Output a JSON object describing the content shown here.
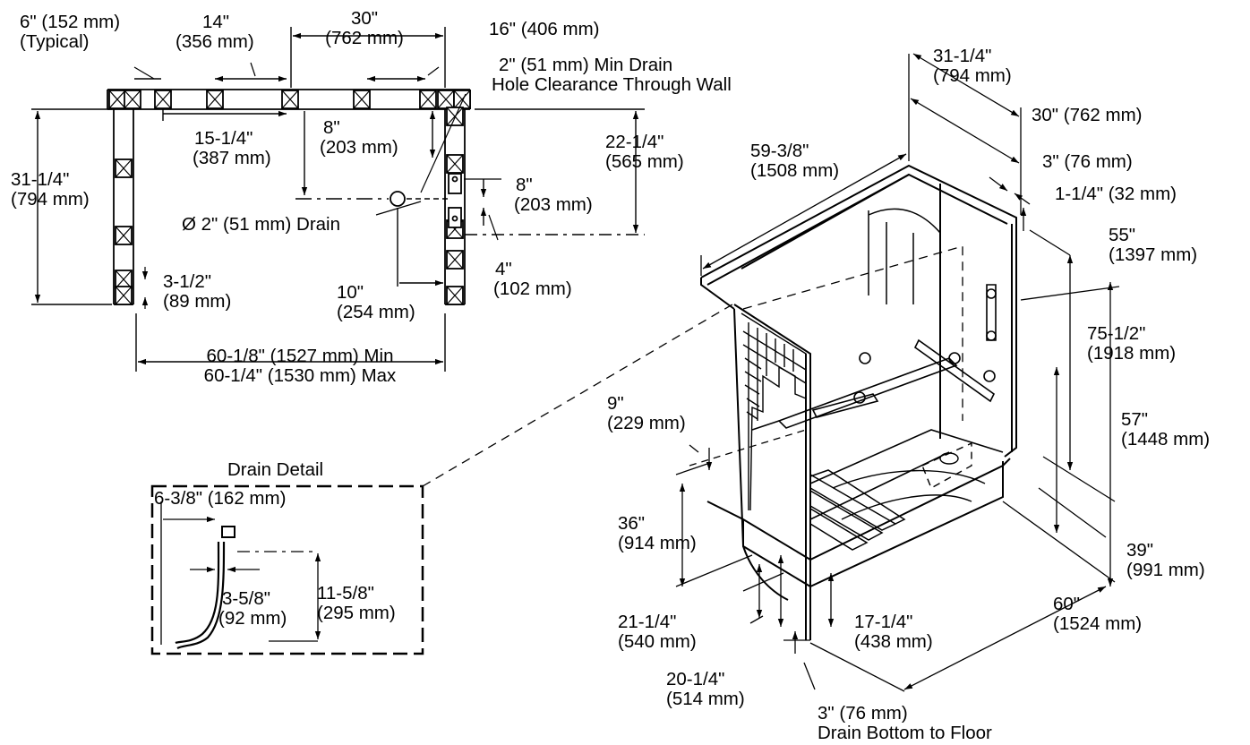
{
  "plan_view": {
    "typical_stud": {
      "line1": "6\" (152 mm)",
      "line2": "(Typical)"
    },
    "stud_14": {
      "line1": "14\"",
      "line2": "(356 mm)"
    },
    "stud_30": {
      "line1": "30\"",
      "line2": "(762 mm)"
    },
    "stud_16": "16\" (406 mm)",
    "drain_hole_clearance": {
      "line1": "2\" (51 mm) Min Drain",
      "line2": "Hole Clearance Through Wall"
    },
    "stud_15_25": {
      "line1": "15-1/4\"",
      "line2": "(387 mm)"
    },
    "drain_offset_8_top": {
      "line1": "8\"",
      "line2": "(203 mm)"
    },
    "depth_22_25": {
      "line1": "22-1/4\"",
      "line2": "(565 mm)"
    },
    "depth_31_25": {
      "line1": "31-1/4\"",
      "line2": "(794 mm)"
    },
    "drain_offset_8_side": {
      "line1": "8\"",
      "line2": "(203 mm)"
    },
    "drain": "Ø 2\" (51 mm) Drain",
    "drain_4": {
      "line1": "4\"",
      "line2": "(102 mm)"
    },
    "stud_3_5": {
      "line1": "3-1/2\"",
      "line2": "(89 mm)"
    },
    "drain_10": {
      "line1": "10\"",
      "line2": "(254 mm)"
    },
    "width": {
      "line1": "60-1/8\" (1527 mm) Min",
      "line2": "60-1/4\" (1530 mm) Max"
    }
  },
  "drain_detail": {
    "title": "Drain Detail",
    "offset": "6-3/8\" (162 mm)",
    "height": {
      "line1": "11-5/8\"",
      "line2": "(295 mm)"
    },
    "setback": {
      "line1": "3-5/8\"",
      "line2": "(92 mm)"
    }
  },
  "iso_view": {
    "top_depth": {
      "line1": "31-1/4\"",
      "line2": "(794 mm)"
    },
    "depth_30": "30\" (762 mm)",
    "length_59": {
      "line1": "59-3/8\"",
      "line2": "(1508 mm)"
    },
    "flange_3": "3\" (76 mm)",
    "flange_1_25": "1-1/4\" (32 mm)",
    "height_55": {
      "line1": "55\"",
      "line2": "(1397 mm)"
    },
    "height_75": {
      "line1": "75-1/2\"",
      "line2": "(1918 mm)"
    },
    "height_57": {
      "line1": "57\"",
      "line2": "(1448 mm)"
    },
    "drain_9": {
      "line1": "9\"",
      "line2": "(229 mm)"
    },
    "height_36": {
      "line1": "36\"",
      "line2": "(914 mm)"
    },
    "height_39": {
      "line1": "39\"",
      "line2": "(991 mm)"
    },
    "length_60": {
      "line1": "60\"",
      "line2": "(1524 mm)"
    },
    "apron_21": {
      "line1": "21-1/4\"",
      "line2": "(540 mm)"
    },
    "apron_17": {
      "line1": "17-1/4\"",
      "line2": "(438 mm)"
    },
    "apron_20": {
      "line1": "20-1/4\"",
      "line2": "(514 mm)"
    },
    "drain_floor": {
      "line1": "3\" (76 mm)",
      "line2": "Drain Bottom to Floor"
    }
  }
}
